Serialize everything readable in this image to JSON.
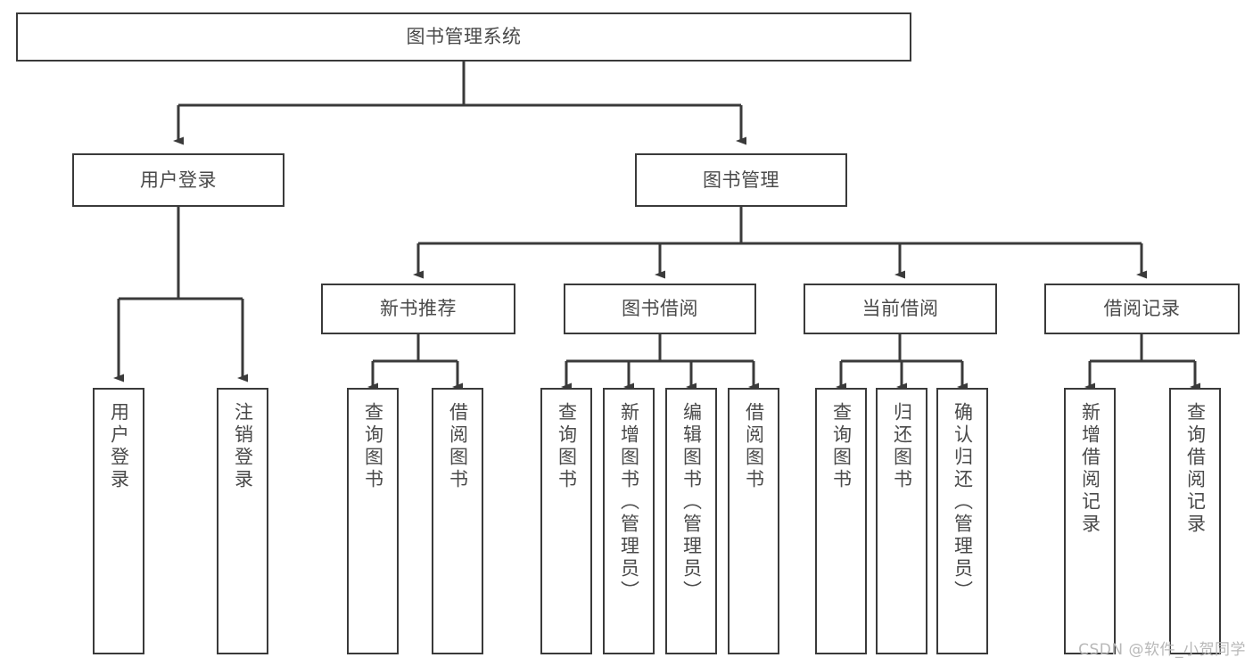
{
  "diagram": {
    "title": "图书管理系统",
    "type": "tree-hierarchy-diagram",
    "style": {
      "box_border_color": "#3a3a3a",
      "box_fill_color": "#ffffff",
      "text_color": "#4a4a4a",
      "connector_color": "#3a3a3a",
      "background_color": "#ffffff"
    },
    "root": {
      "label": "图书管理系统"
    },
    "level1": [
      {
        "label": "用户登录"
      },
      {
        "label": "图书管理"
      }
    ],
    "level2": [
      {
        "label": "新书推荐"
      },
      {
        "label": "图书借阅"
      },
      {
        "label": "当前借阅"
      },
      {
        "label": "借阅记录"
      }
    ],
    "leaves": {
      "user_login": [
        {
          "label": "用户登录"
        },
        {
          "label": "注销登录"
        }
      ],
      "new_book_recommend": [
        {
          "label": "查询图书"
        },
        {
          "label": "借阅图书"
        }
      ],
      "book_borrow": [
        {
          "label": "查询图书"
        },
        {
          "label": "新增图书（管理员）"
        },
        {
          "label": "编辑图书（管理员）"
        },
        {
          "label": "借阅图书"
        }
      ],
      "current_borrow": [
        {
          "label": "查询图书"
        },
        {
          "label": "归还图书"
        },
        {
          "label": "确认归还（管理员）"
        }
      ],
      "borrow_record": [
        {
          "label": "新增借阅记录"
        },
        {
          "label": "查询借阅记录"
        }
      ]
    }
  },
  "watermark": {
    "text": "CSDN @软件_小贺同学"
  }
}
